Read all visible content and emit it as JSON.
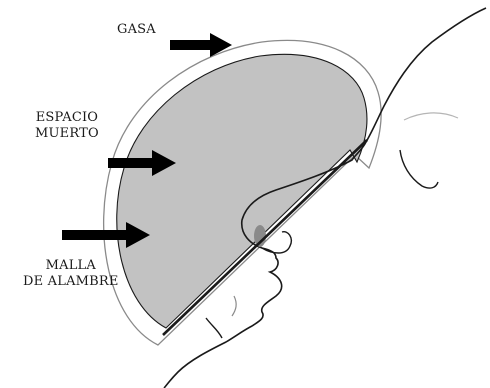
{
  "labels": {
    "gasa": "GASA",
    "espacio_line1": "ESPACIO",
    "espacio_line2": "MUERTO",
    "malla_line1": "MALLA",
    "malla_line2": "DE ALAMBRE"
  },
  "colors": {
    "dead_space_fill": "#c2c2c2",
    "gauze_fill": "#ffffff",
    "outline": "#1a1a1a",
    "arrow": "#000000"
  }
}
